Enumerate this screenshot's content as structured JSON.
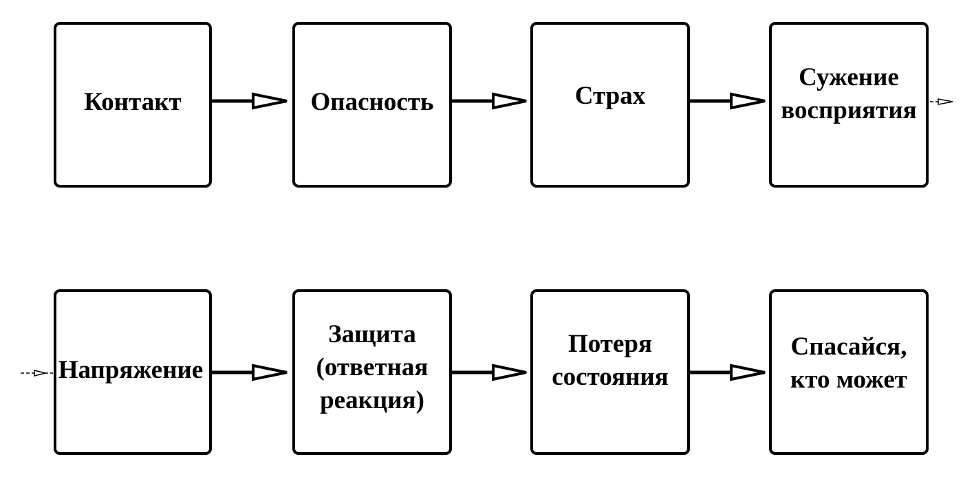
{
  "nodes": [
    {
      "id": "n1",
      "label": "Контакт"
    },
    {
      "id": "n2",
      "label": "Опасность"
    },
    {
      "id": "n3",
      "label": "Страх"
    },
    {
      "id": "n4",
      "label": "Сужение\nвосприятия"
    },
    {
      "id": "n5",
      "label": "Напряжение"
    },
    {
      "id": "n6",
      "label": "Защита\n(ответная\nреакция)"
    },
    {
      "id": "n7",
      "label": "Потеря\nсостояния"
    },
    {
      "id": "n8",
      "label": "Спасайся,\nкто может"
    }
  ],
  "edges": [
    {
      "from": "n1",
      "to": "n2",
      "style": "solid"
    },
    {
      "from": "n2",
      "to": "n3",
      "style": "solid"
    },
    {
      "from": "n3",
      "to": "n4",
      "style": "solid"
    },
    {
      "from": "n4",
      "to": "n5",
      "style": "continuation"
    },
    {
      "from": "n5",
      "to": "n6",
      "style": "solid"
    },
    {
      "from": "n6",
      "to": "n7",
      "style": "solid"
    },
    {
      "from": "n7",
      "to": "n8",
      "style": "solid"
    }
  ],
  "colors": {
    "stroke": "#000000",
    "background": "#ffffff"
  }
}
